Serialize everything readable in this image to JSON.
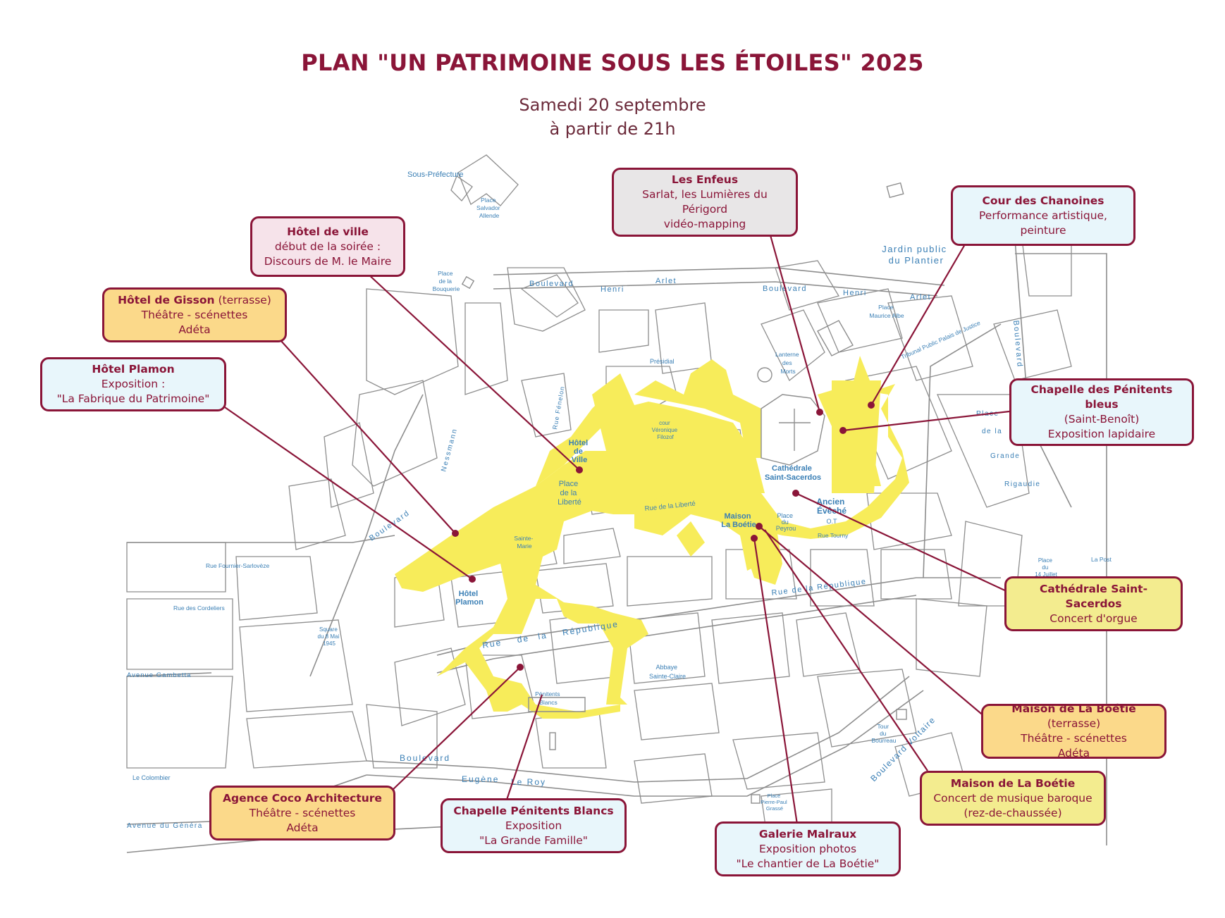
{
  "title": "PLAN \"UN PATRIMOINE SOUS LES ÉTOILES\" 2025",
  "subtitle_lines": [
    "Samedi 20 septembre",
    "à partir de 21h"
  ],
  "colors": {
    "accent": "#8a1538",
    "route": "#f7ec5a",
    "street_label": "#3a7fb5",
    "box_blue": "#e8f6fb",
    "box_orange": "#fbd98a",
    "box_yellow": "#f3ec8f",
    "box_pink": "#f6e3ea",
    "box_grey": "#e8e6e7"
  },
  "callouts": {
    "enfeus": {
      "title": "Les Enfeus",
      "lines": [
        "Sarlat, les Lumières du Périgord",
        "vidéo-mapping"
      ]
    },
    "hotel_ville": {
      "title": "Hôtel de ville",
      "lines": [
        "début de la soirée :",
        "Discours de M. le  Maire"
      ]
    },
    "gisson": {
      "title": "Hôtel de Gisson",
      "title_suffix": " (terrasse)",
      "lines": [
        "Théâtre - scénettes",
        "Adéta"
      ]
    },
    "plamon": {
      "title": "Hôtel Plamon",
      "lines": [
        "Exposition :",
        "\"La Fabrique du Patrimoine\""
      ]
    },
    "chanoines": {
      "title": "Cour des Chanoines",
      "lines": [
        "Performance artistique, peinture"
      ]
    },
    "penitents_bleus": {
      "title": "Chapelle des Pénitents bleus",
      "lines": [
        "(Saint-Benoît)",
        "Exposition lapidaire"
      ]
    },
    "cathedrale": {
      "title": "Cathédrale Saint-Sacerdos",
      "lines": [
        "Concert d'orgue"
      ]
    },
    "boetie_terrasse": {
      "title": "Maison de La Boétie",
      "title_suffix": " (terrasse)",
      "lines": [
        "Théâtre - scénettes",
        "Adéta"
      ]
    },
    "boetie_concert": {
      "title": "Maison de La Boétie",
      "lines": [
        "Concert de musique baroque",
        "(rez-de-chaussée)"
      ]
    },
    "malraux": {
      "title": "Galerie Malraux",
      "lines": [
        "Exposition photos",
        "\"Le chantier de La Boétie\""
      ]
    },
    "penitents_blancs": {
      "title": "Chapelle Pénitents Blancs",
      "lines": [
        "Exposition",
        "\"La Grande Famille\""
      ]
    },
    "coco": {
      "title": "Agence Coco Architecture",
      "lines": [
        "Théâtre - scénettes",
        "Adéta"
      ]
    }
  },
  "map_labels": {
    "sous_prefecture": "Sous-Préfecture",
    "place_salvador": [
      "Place",
      "Salvador",
      "Allende"
    ],
    "place_bouquerie": [
      "Place",
      "de la",
      "Bouquerie"
    ],
    "bd_henri_arlet_w": [
      "Boulevard",
      "Henri",
      "Arlet"
    ],
    "bd_henri_arlet_e": [
      "Boulevard",
      "Henri",
      "Arlet"
    ],
    "jardin": [
      "Jardin public",
      "du Plantier"
    ],
    "place_maurice": [
      "Place",
      "Maurice Albe"
    ],
    "tribunal": "Tribunal Public Palais de Justice",
    "lanterne": [
      "Lanterne",
      "des",
      "Morts"
    ],
    "presidial": "Présidial",
    "cour_veronique": [
      "cour",
      "Véronique",
      "Filozof"
    ],
    "hotel_ville_lbl": [
      "Hôtel",
      "de",
      "Ville"
    ],
    "place_liberte": [
      "Place",
      "de la",
      "Liberté"
    ],
    "rue_liberte": "Rue de la Liberté",
    "cathedrale_lbl": [
      "Cathédrale",
      "Saint-Sacerdos"
    ],
    "ancien_eveche": [
      "Ancien",
      "Évêché"
    ],
    "ot": "O.T",
    "maison_boetie_lbl": [
      "Maison",
      "La Boétie"
    ],
    "place_peyrou": [
      "Place",
      "du",
      "Peyrou"
    ],
    "hotel_plamon_lbl": [
      "Hôtel",
      "Plamon"
    ],
    "rue_republique_w": [
      "Rue",
      "de",
      "la",
      "République"
    ],
    "rue_republique_e": "Rue de la République",
    "abbaye": [
      "Abbaye",
      "Sainte-Claire"
    ],
    "penitents_blancs_lbl": [
      "Pénitents",
      "Blancs"
    ],
    "bd_eugene": [
      "Boulevard",
      "Eugène",
      "Le Roy"
    ],
    "bd_voltaire": "Boulevard Voltaire",
    "avenue_gambetta": "Avenue Gambetta",
    "avenue_general": "Avenue du Généra",
    "le_colombier": "Le Colombier",
    "rue_fournier": "Rue Fournier-Sarlovèze",
    "rue_cordeliers": "Rue des Cordeliers",
    "square_8mai": [
      "Square",
      "du 8 Mai",
      "1945"
    ],
    "tour_bourreau": [
      "Tour",
      "du",
      "Bourreau"
    ],
    "place_pierre_paul": [
      "Place",
      "Pierre-Paul",
      "Grassé"
    ],
    "rue_tourny": "Rue Tourny",
    "nessmann": "Nessmann",
    "boulevard_w": "Boulevard",
    "sainte_marie": [
      "Sainte-",
      "Marie"
    ],
    "place_grande_rigaudie": [
      "Place",
      "de la",
      "Grande",
      "Rigaudie"
    ],
    "bd_nesmann_v": "Boulevard",
    "place_14_juillet": [
      "Place",
      "du",
      "14 Juillet"
    ],
    "la_poste": "La Post",
    "rue_penelon": "Rue Fénelon"
  }
}
